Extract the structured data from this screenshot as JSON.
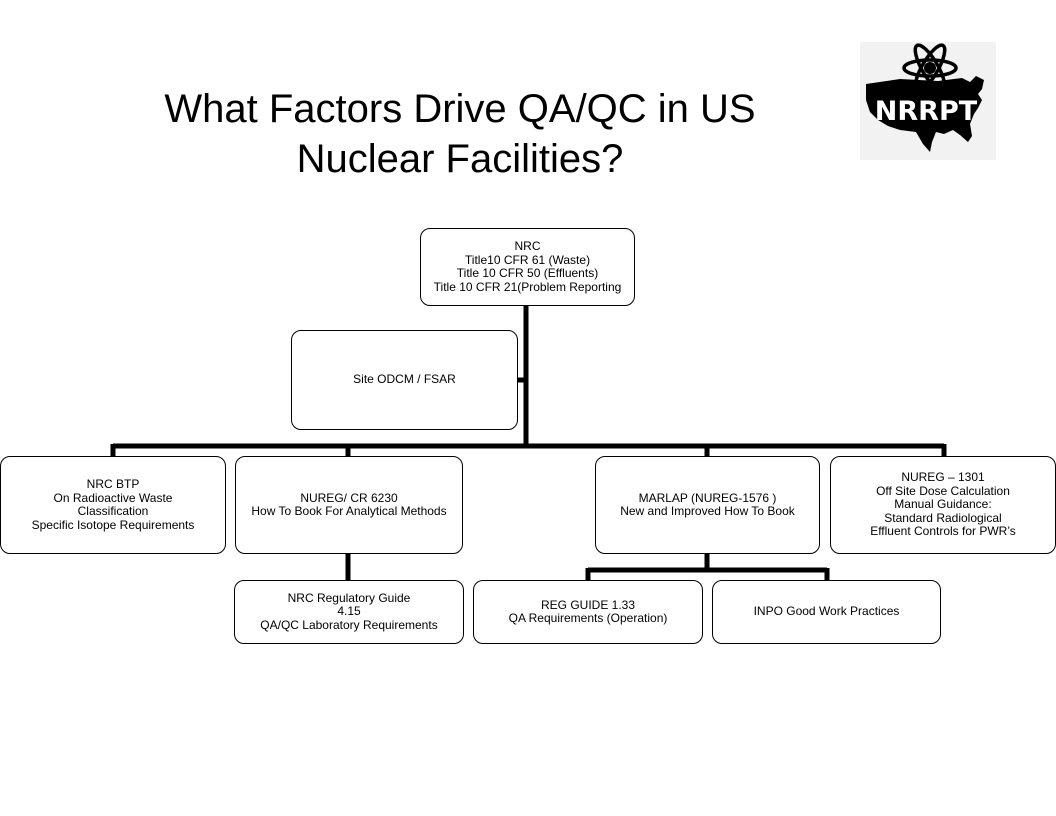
{
  "title": {
    "line1": "What Factors Drive QA/QC in US",
    "line2": "Nuclear Facilities?"
  },
  "logo": {
    "text": "NRRPT",
    "icon": "atom-over-us-map-icon",
    "color": "#000000"
  },
  "boxes": {
    "nrc": [
      "NRC",
      "Title10 CFR 61 (Waste)",
      "Title 10 CFR 50 (Effluents)",
      "Title 10 CFR 21(Problem Reporting"
    ],
    "site": [
      "Site ODCM / FSAR"
    ],
    "btp": [
      "NRC BTP",
      "On Radioactive Waste",
      "Classification",
      "Specific Isotope Requirements"
    ],
    "nureg6230": [
      "NUREG/ CR 6230",
      "How To Book For Analytical Methods"
    ],
    "guide415": [
      "NRC Regulatory Guide",
      "4.15",
      "QA/QC Laboratory Requirements"
    ],
    "marlap": [
      "MARLAP (NUREG-1576 )",
      "New and Improved How To Book"
    ],
    "reg133": [
      "REG GUIDE 1.33",
      "QA Requirements (Operation)"
    ],
    "inpo": [
      "INPO Good Work Practices"
    ],
    "nureg1301": [
      "NUREG – 1301",
      "Off Site Dose Calculation",
      "Manual Guidance:",
      "Standard Radiological",
      "Effluent Controls for PWR’s"
    ]
  }
}
